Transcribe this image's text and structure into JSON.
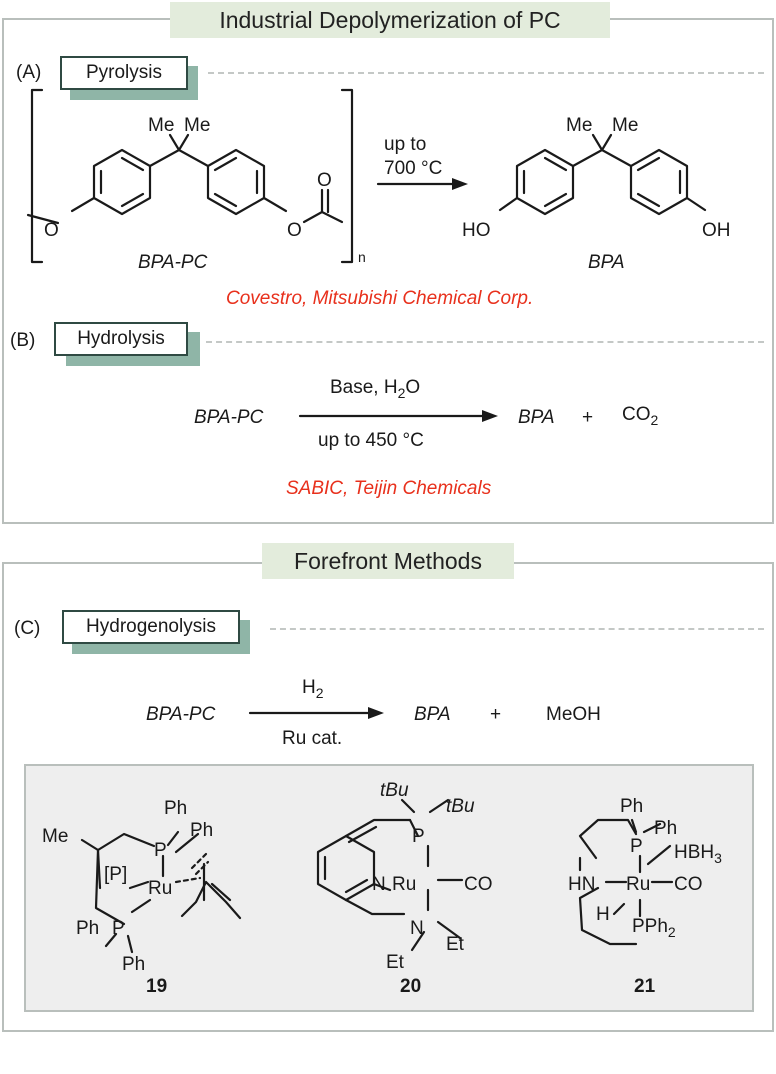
{
  "top_panel": {
    "title": "Industrial Depolymerization of PC",
    "section_a": {
      "letter": "(A)",
      "tag": "Pyrolysis",
      "polymer_label": "BPA-PC",
      "repeat_subscript": "n",
      "methyl_1": "Me",
      "methyl_2": "Me",
      "oxygen_left": "O",
      "oxygen_right": "O",
      "oxygen_carbonyl": "O",
      "condition_line1": "up to",
      "condition_line2": "700 °C",
      "product_methyl_1": "Me",
      "product_methyl_2": "Me",
      "product_oh_left": "HO",
      "product_oh_right": "OH",
      "product_label": "BPA",
      "companies": "Covestro, Mitsubishi Chemical Corp."
    },
    "section_b": {
      "letter": "(B)",
      "tag": "Hydrolysis",
      "reactant": "BPA-PC",
      "reagent_base": "Base, H",
      "reagent_sub": "2",
      "reagent_o": "O",
      "condition": "up to 450 °C",
      "product": "BPA",
      "plus": "+",
      "coproduct": "CO",
      "coproduct_sub": "2",
      "companies": "SABIC, Teijin Chemicals"
    }
  },
  "bottom_panel": {
    "title": "Forefront Methods",
    "section_c": {
      "letter": "(C)",
      "tag": "Hydrogenolysis",
      "reactant": "BPA-PC",
      "reagent": "H",
      "reagent_sub": "2",
      "condition": "Ru cat.",
      "product": "BPA",
      "plus": "+",
      "coproduct": "MeOH"
    },
    "catalysts": {
      "c19": {
        "label": "19",
        "me": "Me",
        "p_top": "P",
        "ph_1": "Ph",
        "ph_2": "Ph",
        "p_bracket": "[P]",
        "metal": "Ru",
        "p_bottom": "P",
        "ph_3": "Ph",
        "ph_4": "Ph"
      },
      "c20": {
        "label": "20",
        "tbu_1": "tBu",
        "tbu_2": "tBu",
        "p": "P",
        "n_ring": "N",
        "metal": "Ru",
        "co": "CO",
        "n_amine": "N",
        "et_1": "Et",
        "et_2": "Et"
      },
      "c21": {
        "label": "21",
        "ph_1": "Ph",
        "ph_2": "Ph",
        "p": "P",
        "hbh": "HBH",
        "hbh_sub": "3",
        "hn": "HN",
        "metal": "Ru",
        "co": "CO",
        "h": "H",
        "pph": "PPh",
        "pph_sub": "2"
      }
    }
  },
  "colors": {
    "banner_bg": "#e3ecdc",
    "tag_shadow": "#8fb5a7",
    "tag_border": "#2f4a43",
    "company_red": "#e8301c",
    "panel_border": "#b9bfbc",
    "catalyst_bg": "#eeeeee"
  }
}
